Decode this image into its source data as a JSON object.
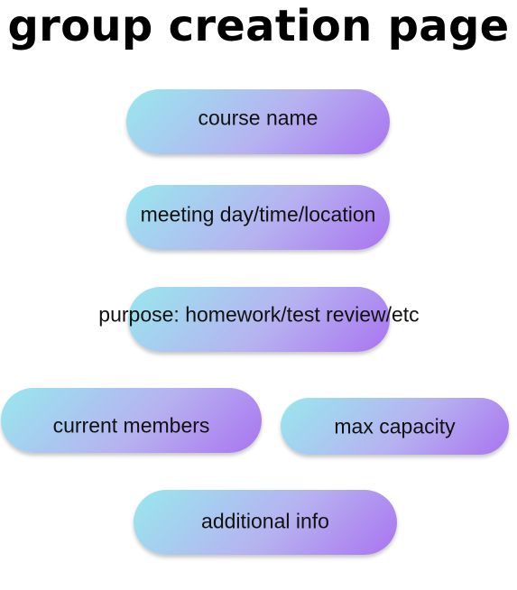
{
  "page": {
    "title": "group creation page"
  },
  "colors": {
    "gradient_start": "#98e8ee",
    "gradient_mid": "#b6b2f0",
    "gradient_end": "#a974f0",
    "text": "#111111"
  },
  "form": {
    "fields": [
      {
        "id": "course-name",
        "label": "course name"
      },
      {
        "id": "meeting-info",
        "label": "meeting day/time/location"
      },
      {
        "id": "purpose",
        "label": "purpose: homework/test review/etc"
      },
      {
        "id": "current-members",
        "label": "current members"
      },
      {
        "id": "max-capacity",
        "label": "max capacity"
      },
      {
        "id": "additional-info",
        "label": "additional info"
      }
    ]
  }
}
